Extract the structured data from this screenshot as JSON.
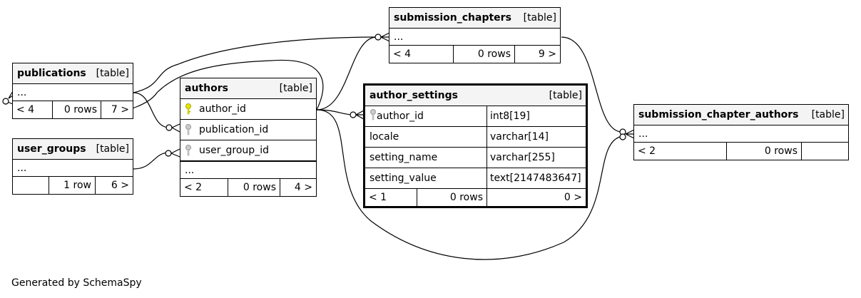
{
  "footer": "Generated by SchemaSpy",
  "tables": {
    "submission_chapters": {
      "name": "submission_chapters",
      "kind": "[table]",
      "cols": [
        "..."
      ],
      "foot": [
        "< 4",
        "0 rows",
        "9 >"
      ]
    },
    "publications": {
      "name": "publications",
      "kind": "[table]",
      "cols": [
        "..."
      ],
      "foot": [
        "< 4",
        "0 rows",
        "7 >"
      ]
    },
    "user_groups": {
      "name": "user_groups",
      "kind": "[table]",
      "cols": [
        "..."
      ],
      "foot": [
        "",
        "1 row",
        "6 >"
      ]
    },
    "authors": {
      "name": "authors",
      "kind": "[table]",
      "cols": [
        "author_id",
        "publication_id",
        "user_group_id",
        "..."
      ],
      "foot": [
        "< 2",
        "0 rows",
        "4 >"
      ]
    },
    "author_settings": {
      "name": "author_settings",
      "kind": "[table]",
      "cols": [
        {
          "name": "author_id",
          "type": "int8[19]"
        },
        {
          "name": "locale",
          "type": "varchar[14]"
        },
        {
          "name": "setting_name",
          "type": "varchar[255]"
        },
        {
          "name": "setting_value",
          "type": "text[2147483647]"
        }
      ],
      "foot": [
        "< 1",
        "0 rows",
        "0 >"
      ]
    },
    "submission_chapter_authors": {
      "name": "submission_chapter_authors",
      "kind": "[table]",
      "cols": [
        "..."
      ],
      "foot": [
        "< 2",
        "0 rows",
        ""
      ]
    }
  },
  "colors": {
    "primary_key_icon": "#e6e600",
    "foreign_key_icon": "#aaaaaa",
    "header_bg": "#f4f4f4"
  }
}
